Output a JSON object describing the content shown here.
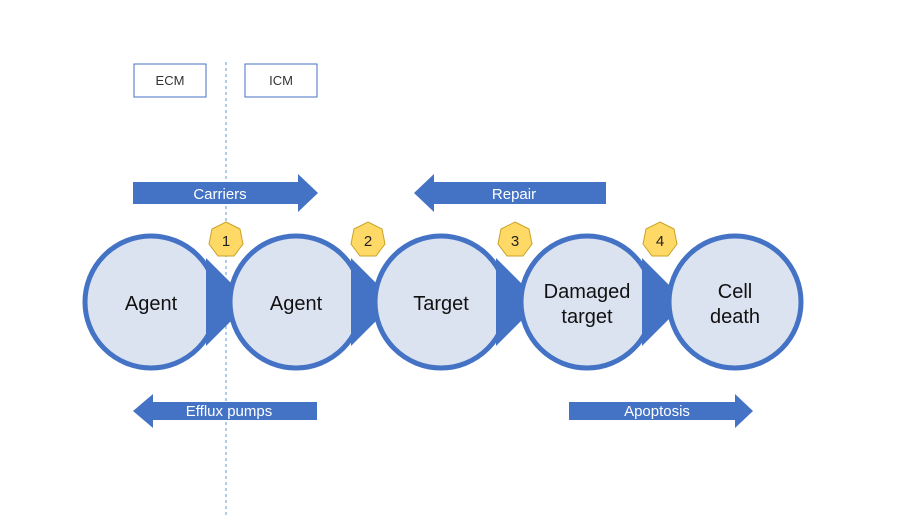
{
  "compartments": {
    "ecm": "ECM",
    "icm": "ICM"
  },
  "arrows": {
    "carriers": "Carriers",
    "repair": "Repair",
    "efflux": "Efflux pumps",
    "apoptosis": "Apoptosis"
  },
  "nodes": [
    {
      "lines": [
        "Agent"
      ]
    },
    {
      "lines": [
        "Agent"
      ]
    },
    {
      "lines": [
        "Target"
      ]
    },
    {
      "lines": [
        "Damaged",
        "target"
      ]
    },
    {
      "lines": [
        "Cell",
        "death"
      ]
    }
  ],
  "steps": [
    "1",
    "2",
    "3",
    "4"
  ],
  "colors": {
    "circle_fill": "#dbe3f1",
    "circle_stroke": "#4472c4",
    "arrow_fill": "#4472c4",
    "arrow_text": "#ffffff",
    "badge_fill": "#ffd966",
    "badge_stroke": "#c9a227",
    "divider": "#5b9bd5",
    "box_stroke": "#4472c4",
    "node_text": "#111111"
  }
}
